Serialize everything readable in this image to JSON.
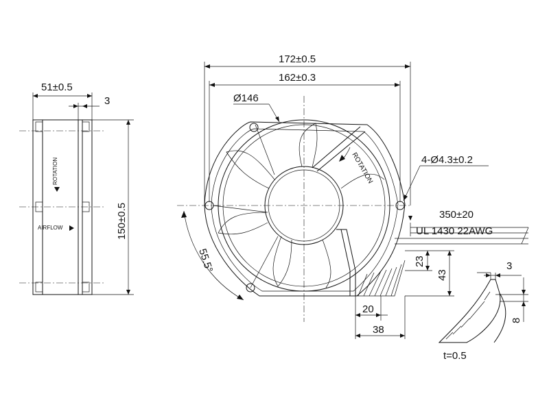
{
  "dimensions": {
    "side_depth": "51±0.5",
    "side_flange": "3",
    "side_height": "150±0.5",
    "overall_width": "172±0.5",
    "hole_spacing": "162±0.3",
    "diameter": "Ø146",
    "mount_holes": "4-Ø4.3±0.2",
    "lead_length": "350±20",
    "wire_spec": "UL 1430 22AWG",
    "angle": "55.5°",
    "tab_23": "23",
    "tab_43": "43",
    "tab_20": "20",
    "tab_38": "38",
    "detail_3": "3",
    "detail_8": "8",
    "thickness": "t=0.5"
  },
  "labels": {
    "rotation_side": "ROTATION",
    "airflow": "AIRFLOW",
    "rotation_front": "ROTATION"
  }
}
